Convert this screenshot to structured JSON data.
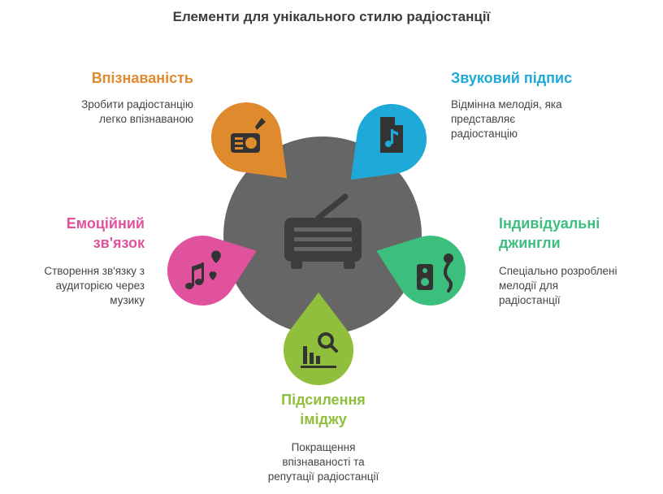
{
  "title": "Елементи для унікального стилю радіостанції",
  "colors": {
    "center": "#666666",
    "center_icon": "#3d3d3d",
    "recognizability": "#e08a2e",
    "sound_signature": "#1ea9d8",
    "jingles": "#3cbf7c",
    "image": "#8fbf3c",
    "emotional": "#e0529e"
  },
  "center": {
    "icon": "radio-icon"
  },
  "items": [
    {
      "key": "recognizability",
      "heading": "Впізнаваність",
      "description": [
        "Зробити радіостанцію",
        "легко впізнаваною"
      ],
      "icon": "radio-speaker-icon"
    },
    {
      "key": "sound_signature",
      "heading": "Звуковий підпис",
      "description": [
        "Відмінна мелодія, яка",
        "представляє",
        "радіостанцію"
      ],
      "icon": "music-file-icon"
    },
    {
      "key": "jingles",
      "heading": [
        "Індивідуальні",
        "джингли"
      ],
      "description": [
        "Спеціально розроблені",
        "мелодії для",
        "радіостанції"
      ],
      "icon": "speaker-microphone-icon"
    },
    {
      "key": "image",
      "heading": [
        "Підсилення",
        "іміджу"
      ],
      "description": [
        "Покращення",
        "впізнаваності та",
        "репутації радіостанції"
      ],
      "icon": "chart-magnifier-icon"
    },
    {
      "key": "emotional",
      "heading": [
        "Емоційний",
        "зв'язок"
      ],
      "description": [
        "Створення зв'язку з",
        "аудиторією через",
        "музику"
      ],
      "icon": "music-heart-icon"
    }
  ]
}
